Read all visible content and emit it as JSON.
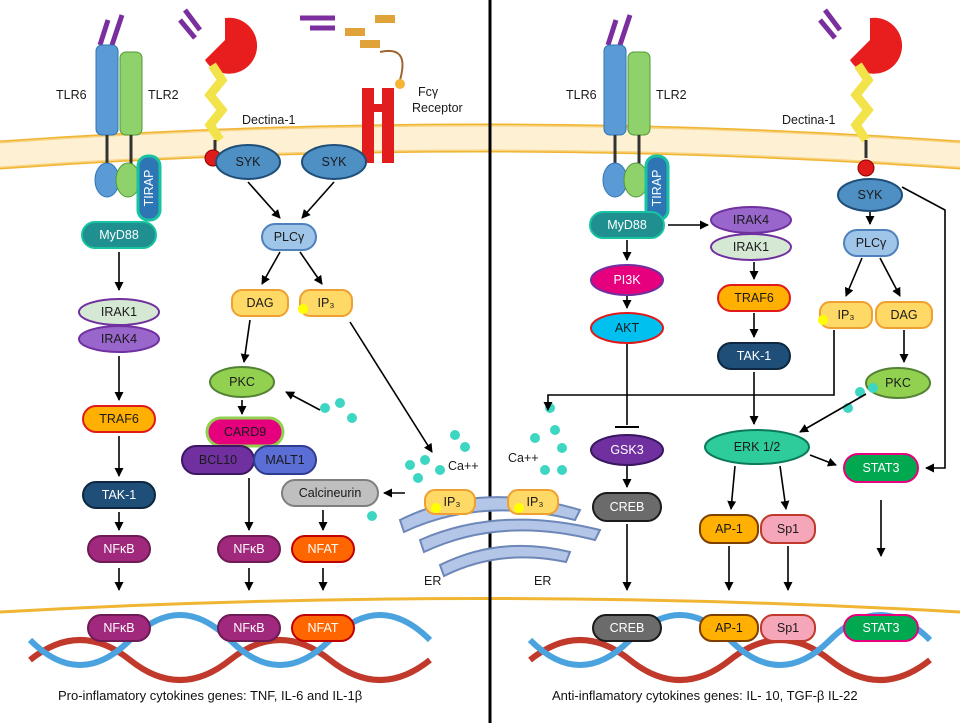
{
  "left": {
    "receptors": {
      "tlr6": "TLR6",
      "tlr2": "TLR2",
      "dectin": "Dectina-1",
      "fc_line1": "Fcγ",
      "fc_line2": "Receptor"
    },
    "adapters": {
      "tirap": "TIRAP",
      "myd88": "MyD88"
    },
    "nodes": {
      "irak4": "IRAK4",
      "irak1": "IRAK1",
      "traf6": "TRAF6",
      "tak1": "TAK-1",
      "nfkb_1": "NFκB",
      "syk_1": "SYK",
      "syk_2": "SYK",
      "plcg": "PLCγ",
      "dag": "DAG",
      "ip3": "IP₃",
      "pkc": "PKC",
      "card9": "CARD9",
      "bcl10": "BCL10",
      "malt1": "MALT1",
      "nfkb_2": "NFκB",
      "calcineurin": "Calcineurin",
      "nfat": "NFAT",
      "ca": "Ca++",
      "ip3_er": "IP₃",
      "er": "ER"
    },
    "nuclear": {
      "nfkb_a": "NFκB",
      "nfkb_b": "NFκB",
      "nfat": "NFAT"
    },
    "caption": "Pro-inflamatory cytokines genes:  TNF, IL-6 and IL-1β"
  },
  "right": {
    "receptors": {
      "tlr6": "TLR6",
      "tlr2": "TLR2",
      "dectin": "Dectina-1"
    },
    "adapters": {
      "tirap": "TIRAP",
      "myd88": "MyD88"
    },
    "nodes": {
      "irak4": "IRAK4",
      "irak1": "IRAK1",
      "traf6": "TRAF6",
      "tak1": "TAK-1",
      "pi3k": "PI3K",
      "akt": "AKT",
      "gsk3": "GSK3",
      "creb": "CREB",
      "syk": "SYK",
      "plcg": "PLCγ",
      "ip3": "IP₃",
      "dag": "DAG",
      "pkc": "PKC",
      "erk": "ERK 1/2",
      "stat3": "STAT3",
      "ap1": "AP-1",
      "sp1": "Sp1",
      "ca": "Ca++",
      "ip3_er": "IP₃",
      "er": "ER"
    },
    "nuclear": {
      "creb": "CREB",
      "ap1": "AP-1",
      "sp1": "Sp1",
      "stat3": "STAT3"
    },
    "caption": "Anti-inflamatory cytokines genes: IL- 10, TGF-β IL-22"
  }
}
